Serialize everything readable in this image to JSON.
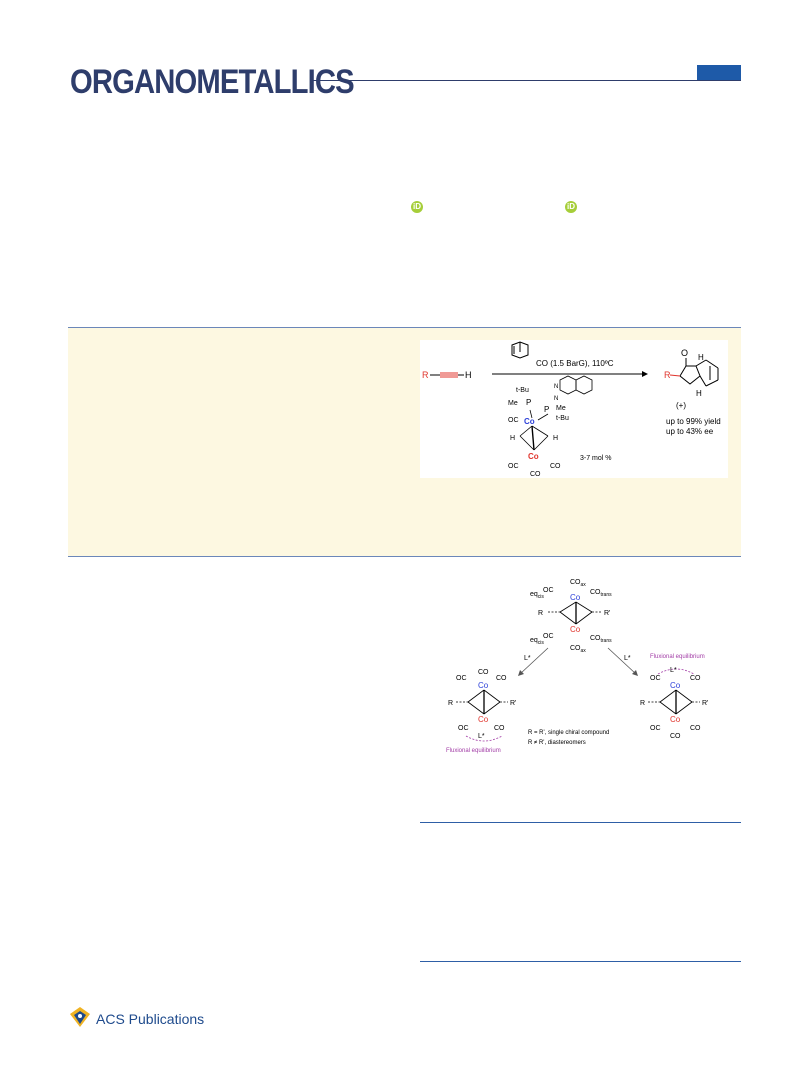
{
  "header": {
    "journal": "ORGANOMETALLICS",
    "accent_color": "#2e3d6b",
    "tab_color": "#1e5aa8"
  },
  "orcid_icons": [
    "orcid-icon",
    "orcid-icon"
  ],
  "toc_graphic": {
    "reagent_r": "R",
    "reagent_h": "H",
    "conditions": "CO (1.5 BarG), 110ºC",
    "ligand_tbu_top": "t-Bu",
    "ligand_me_left": "Me",
    "ligand_p_left": "P",
    "ligand_p_right": "P",
    "ligand_me_right": "Me",
    "ligand_tbu_bottom": "t-Bu",
    "ligand_n1": "N",
    "ligand_n2": "N",
    "oc_left": "OC",
    "co_top": "Co",
    "co_bottom": "Co",
    "h_left": "H",
    "h_right": "H",
    "oc_bottom": "OC",
    "co_bottom_right": "CO",
    "co_bottom_center": "CO",
    "loading": "3-7 mol %",
    "product_r": "R",
    "product_o": "O",
    "product_h_top": "H",
    "product_h_bottom": "H",
    "product_sign": "(+)",
    "yield": "up to 99% yield",
    "ee": "up to 43% ee"
  },
  "scheme": {
    "top_eq_cis": "eq",
    "top_eq_cis_sub": "cis",
    "top_oc": "OC",
    "top_co_ax": "CO",
    "top_co_ax_sub": "ax",
    "top_co_trans": "CO",
    "top_trans_sub": "trans",
    "top_co_upper": "Co",
    "top_r": "R",
    "top_rp": "R'",
    "top_co_lower": "Co",
    "bot_eq_cis": "eq",
    "bot_eq_cis_sub": "cis",
    "bot_oc": "OC",
    "bot_co_trans": "CO",
    "bot_trans_sub": "trans",
    "bot_co_ax": "CO",
    "bot_co_ax_sub": "ax",
    "arrow_left_label": "L*",
    "arrow_right_label": "L*",
    "left_co1": "CO",
    "left_oc": "OC",
    "left_co2": "CO",
    "left_co_upper": "Co",
    "left_r": "R",
    "left_rp": "R'",
    "left_oc_low": "OC",
    "left_co_lower": "Co",
    "left_co_low_right": "CO",
    "left_lstar": "L*",
    "left_fluxional": "Fluxional equilibrium",
    "note1": "R = R', single chiral compound",
    "note2": "R ≠ R', diastereomers",
    "right_fluxional": "Fluxional equilibrium",
    "right_lstar": "L*",
    "right_oc": "OC",
    "right_co_upper": "Co",
    "right_co1": "CO",
    "right_r": "R",
    "right_rp": "R'",
    "right_oc_low": "OC",
    "right_co_lower": "Co",
    "right_co2": "CO",
    "right_co_bottom": "CO"
  },
  "footer": {
    "publisher": "ACS Publications"
  },
  "colors": {
    "abstract_bg": "#fdf8e1",
    "rule": "#2e5ea6",
    "cobalt_top": "#2b3fd8",
    "cobalt_bottom": "#e0342c",
    "fluxional": "#a23ca6",
    "orcid": "#a6ce39"
  }
}
